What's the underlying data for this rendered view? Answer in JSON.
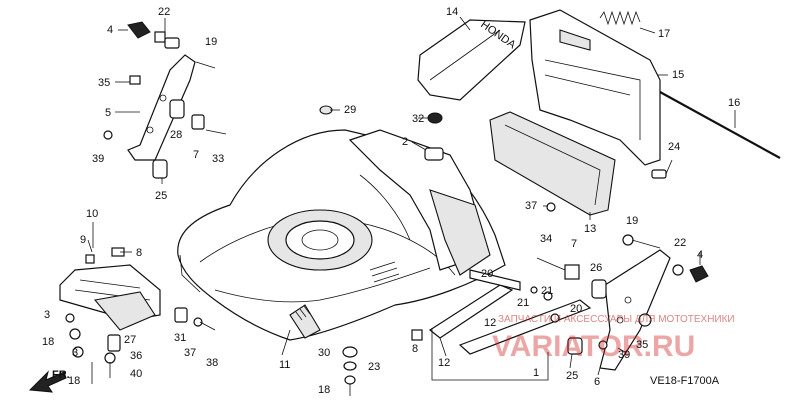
{
  "diagram": {
    "figure_code": "VE18-F1700A",
    "direction_arrow": "FR.",
    "watermark": {
      "line1": "ЗАПЧАСТИ И АКСЕССУАРЫ ДЛЯ МОТОТЕХНИКИ",
      "line2": "VARIATOR.RU"
    },
    "callouts": [
      {
        "id": "c1",
        "text": "1"
      },
      {
        "id": "c2",
        "text": "2"
      },
      {
        "id": "c3",
        "text": "3"
      },
      {
        "id": "c3b",
        "text": "3"
      },
      {
        "id": "c4",
        "text": "4"
      },
      {
        "id": "c4b",
        "text": "4"
      },
      {
        "id": "c5",
        "text": "5"
      },
      {
        "id": "c6",
        "text": "6"
      },
      {
        "id": "c7",
        "text": "7"
      },
      {
        "id": "c7b",
        "text": "7"
      },
      {
        "id": "c8",
        "text": "8"
      },
      {
        "id": "c8b",
        "text": "8"
      },
      {
        "id": "c9",
        "text": "9"
      },
      {
        "id": "c10",
        "text": "10"
      },
      {
        "id": "c11",
        "text": "11"
      },
      {
        "id": "c12",
        "text": "12"
      },
      {
        "id": "c12b",
        "text": "12"
      },
      {
        "id": "c13",
        "text": "13"
      },
      {
        "id": "c14",
        "text": "14"
      },
      {
        "id": "c15",
        "text": "15"
      },
      {
        "id": "c16",
        "text": "16"
      },
      {
        "id": "c17",
        "text": "17"
      },
      {
        "id": "c18",
        "text": "18"
      },
      {
        "id": "c18b",
        "text": "18"
      },
      {
        "id": "c18c",
        "text": "18"
      },
      {
        "id": "c19",
        "text": "19"
      },
      {
        "id": "c19b",
        "text": "19"
      },
      {
        "id": "c20",
        "text": "20"
      },
      {
        "id": "c20b",
        "text": "20"
      },
      {
        "id": "c21",
        "text": "21"
      },
      {
        "id": "c21b",
        "text": "21"
      },
      {
        "id": "c22",
        "text": "22"
      },
      {
        "id": "c22b",
        "text": "22"
      },
      {
        "id": "c23",
        "text": "23"
      },
      {
        "id": "c24",
        "text": "24"
      },
      {
        "id": "c25",
        "text": "25"
      },
      {
        "id": "c25b",
        "text": "25"
      },
      {
        "id": "c26",
        "text": "26"
      },
      {
        "id": "c27",
        "text": "27"
      },
      {
        "id": "c28",
        "text": "28"
      },
      {
        "id": "c29",
        "text": "29"
      },
      {
        "id": "c30",
        "text": "30"
      },
      {
        "id": "c31",
        "text": "31"
      },
      {
        "id": "c32",
        "text": "32"
      },
      {
        "id": "c33",
        "text": "33"
      },
      {
        "id": "c34",
        "text": "34"
      },
      {
        "id": "c35",
        "text": "35"
      },
      {
        "id": "c35b",
        "text": "35"
      },
      {
        "id": "c36",
        "text": "36"
      },
      {
        "id": "c37",
        "text": "37"
      },
      {
        "id": "c37b",
        "text": "37"
      },
      {
        "id": "c38",
        "text": "38"
      },
      {
        "id": "c39",
        "text": "39"
      },
      {
        "id": "c39b",
        "text": "39"
      },
      {
        "id": "c40",
        "text": "40"
      }
    ]
  }
}
